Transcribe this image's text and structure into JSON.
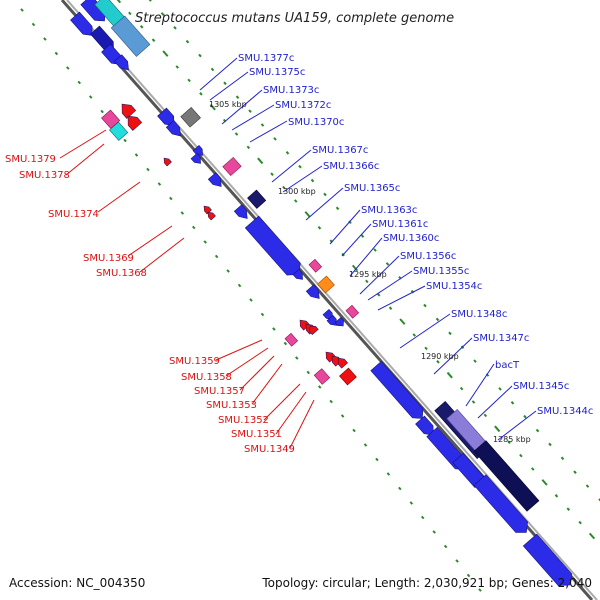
{
  "title": "Streptococcus mutans UA159, complete genome",
  "footer": {
    "accession": "Accession: NC_004350",
    "topology": "Topology: circular; Length: 2,030,921 bp; Genes: 2,040"
  },
  "colors": {
    "forward_label": "#2222cc",
    "reverse_label": "#dd1111",
    "backbone": "#888888",
    "tick": "#2a8a2a"
  },
  "scale": [
    {
      "label": "1305 kbp"
    },
    {
      "label": "1300 kbp"
    },
    {
      "label": "1295 kbp"
    },
    {
      "label": "1290 kbp"
    },
    {
      "label": "1285 kbp"
    }
  ],
  "labels_right": [
    {
      "text": "SMU.1377c"
    },
    {
      "text": "SMU.1375c"
    },
    {
      "text": "SMU.1373c"
    },
    {
      "text": "SMU.1372c"
    },
    {
      "text": "SMU.1370c"
    },
    {
      "text": "SMU.1367c"
    },
    {
      "text": "SMU.1366c"
    },
    {
      "text": "SMU.1365c"
    },
    {
      "text": "SMU.1363c"
    },
    {
      "text": "SMU.1361c"
    },
    {
      "text": "SMU.1360c"
    },
    {
      "text": "SMU.1356c"
    },
    {
      "text": "SMU.1355c"
    },
    {
      "text": "SMU.1354c"
    },
    {
      "text": "SMU.1348c"
    },
    {
      "text": "SMU.1347c"
    },
    {
      "text": "bacT"
    },
    {
      "text": "SMU.1345c"
    },
    {
      "text": "SMU.1344c"
    }
  ],
  "labels_left": [
    {
      "text": "SMU.1379"
    },
    {
      "text": "SMU.1378"
    },
    {
      "text": "SMU.1374"
    },
    {
      "text": "SMU.1369"
    },
    {
      "text": "SMU.1368"
    },
    {
      "text": "SMU.1359"
    },
    {
      "text": "SMU.1358"
    },
    {
      "text": "SMU.1357"
    },
    {
      "text": "SMU.1353"
    },
    {
      "text": "SMU.1352"
    },
    {
      "text": "SMU.1351"
    },
    {
      "text": "SMU.1349"
    }
  ]
}
